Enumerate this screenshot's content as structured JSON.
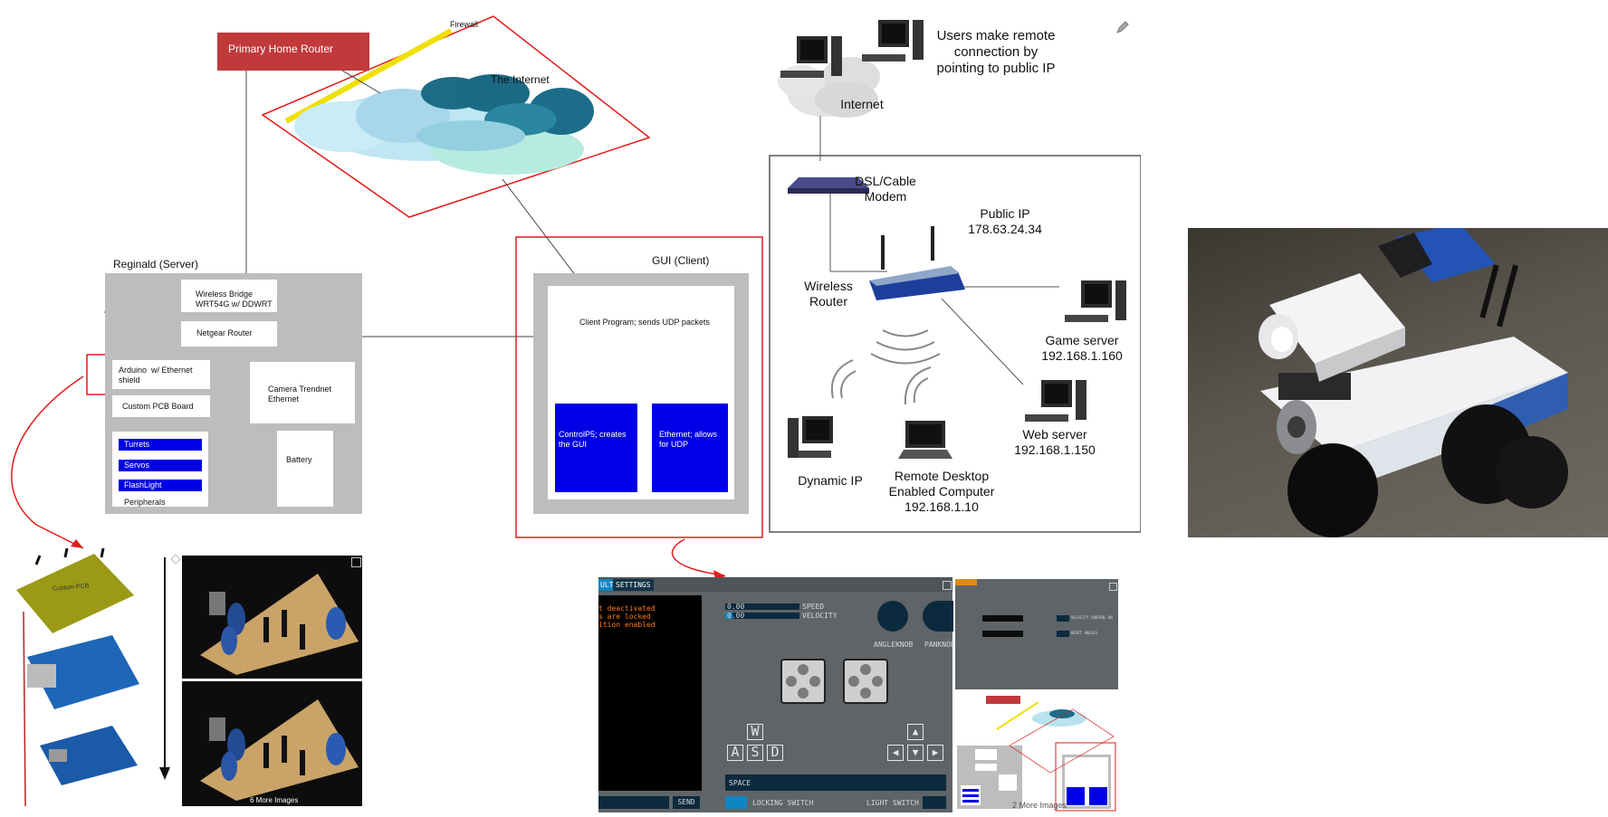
{
  "left_diagram": {
    "firewall_label": "Firewall",
    "router_label": "Primary Home Router",
    "internet_label": "The Internet",
    "server_title": "Reginald (Server)",
    "wireless_bridge": "Wireless Bridge\nWRT54G w/ DDWRT",
    "netgear_router": "Netgear Router",
    "arduino": "Arduino  w/ Ethernet\nshield",
    "camera": "Camera Trendnet\nEthernet",
    "custom_pcb": "Custom PCB Board",
    "battery": "Battery",
    "peripherals": [
      "Turrets",
      "Servos",
      "FlashLight"
    ],
    "peripherals_label": "Peripherals",
    "gui_title": "GUI (Client)",
    "client_program": "Client Program; sends UDP packets",
    "controlp5": "ControlP5; creates the GUI",
    "ethernet": "Ethernet; allows for UDP",
    "colors": {
      "router_red": "#c0393b",
      "highlight_red": "#e11b1b",
      "chip_blue": "#0000e6",
      "firewall_yellow": "#f0e000"
    }
  },
  "network_diagram": {
    "users_text": "Users make remote\nconnection by\npointing to public IP",
    "internet": "Internet",
    "modem": "DSL/Cable\nModem",
    "public_ip": "Public IP\n178.63.24.34",
    "wireless_router": "Wireless\nRouter",
    "game_server": "Game server\n192.168.1.160",
    "web_server": "Web server\n192.168.1.150",
    "dynamic_ip": "Dynamic IP",
    "remote_desktop": "Remote Desktop\nEnabled Computer\n192.168.1.10",
    "icons": [
      "pencil-icon"
    ]
  },
  "gallery": {
    "custom_pcb_label": "Custom PCB",
    "more_images_1": "6 More Images",
    "more_images_2": "2 More Images"
  },
  "gui_screenshot": {
    "tab_default": "ULT",
    "tab_settings": "SETTINGS",
    "console_lines": [
      "t deactivated",
      "s are locked",
      "ition enabled"
    ],
    "speed_value": "0.00",
    "speed_label": "SPEED",
    "velocity_value": "0.00",
    "velocity_label": "VELOCITY",
    "knob1": "ANGLEKNOB",
    "knob2": "PANKNOB",
    "keys": [
      "W",
      "A",
      "S",
      "D"
    ],
    "space_label": "SPACE",
    "send_label": "SEND",
    "locking_switch": "LOCKING SWITCH",
    "light_switch": "LIGHT SWITCH"
  },
  "settings_thumb": {
    "velocity_control": "VELOCITY CONTROL ON",
    "reset_angles": "RESET ANGLES"
  }
}
